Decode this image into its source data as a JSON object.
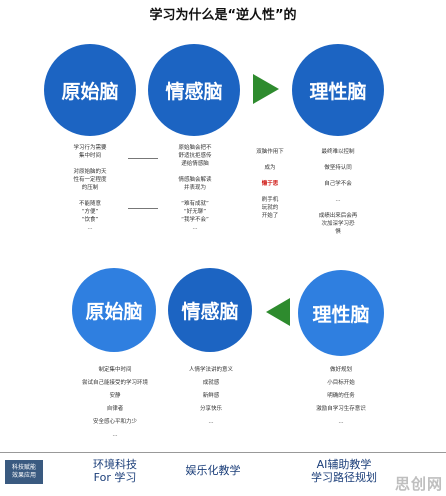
{
  "title": "学习为什么是“逆人性”的",
  "top_row": {
    "circles": [
      "原始脑",
      "情感脑",
      "理性脑"
    ],
    "col1": [
      "学习行为需要",
      "集中时间",
      "",
      "对原始脑的天",
      "性有一定程度",
      "的压制",
      "",
      "不能随意",
      "“方便”",
      "“饮食”",
      "..."
    ],
    "col2": [
      "原始脑会把不",
      "舒适抗拒感传",
      "递给情感脑",
      "",
      "情感脑会解读",
      "并表现为",
      "",
      "“难有成就”",
      "“好无聊”",
      "“我学不会”",
      "..."
    ],
    "col3": [
      "双脑作用下",
      "",
      "成为",
      "",
      "懒于思",
      "",
      "刷手机",
      "玩就的",
      "开始了"
    ],
    "col3_red_line": "懒于思",
    "col4": [
      "最终难以控制",
      "",
      "做坚持认同",
      "",
      "自己学不会",
      "",
      "...",
      "",
      "成绩出来后会再",
      "次加深学习恐",
      "惧"
    ]
  },
  "bottom_row": {
    "circles": [
      "原始脑",
      "情感脑",
      "理性脑"
    ],
    "col1": [
      "制定集中时间",
      "尝试自己能接受的学习环境",
      "安静",
      "自律者",
      "安全感心平和力少",
      "..."
    ],
    "col2": [
      "人情学法讲的意义",
      "成就感",
      "新鲜感",
      "分享快乐",
      "..."
    ],
    "col3": [
      "做好规划",
      "小目标开始",
      "明确的任务",
      "激励自学习生存意识",
      "..."
    ]
  },
  "footer": {
    "label": "科技赋能\n效果应用",
    "items": [
      "环境科技\nFor 学习",
      "娱乐化教学",
      "AI辅助教学\n学习路径规划"
    ]
  },
  "watermark": "思创网",
  "colors": {
    "circle_dark": "#1c64c2",
    "circle_light": "#2f7fe0",
    "arrow": "#2e8b2e",
    "highlight": "#d0201c"
  }
}
